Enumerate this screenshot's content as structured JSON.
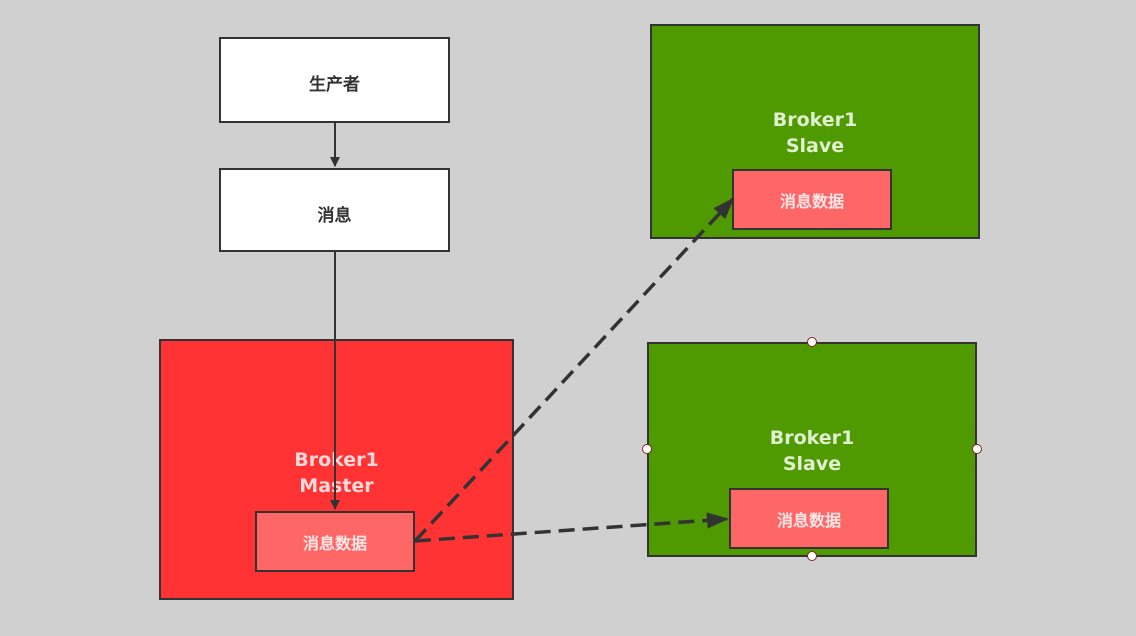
{
  "colors": {
    "background": "#d0d0d0",
    "master_fill": "#ff3333",
    "master_text": "#ffd9d9",
    "slave_fill": "#4e9a00",
    "slave_text": "#e0f0d0",
    "data_fill": "#ff6666",
    "data_text": "#ffe6e6",
    "node_fill": "#ffffff",
    "stroke": "#333333"
  },
  "producer": {
    "label": "生产者"
  },
  "message": {
    "label": "消息"
  },
  "master": {
    "title_line1": "Broker1",
    "title_line2": "Master",
    "data_label": "消息数据"
  },
  "slave_top": {
    "title_line1": "Broker1",
    "title_line2": "Slave",
    "data_label": "消息数据"
  },
  "slave_bottom": {
    "title_line1": "Broker1",
    "title_line2": "Slave",
    "data_label": "消息数据",
    "selected": true
  },
  "connectors": [
    {
      "from": "producer",
      "to": "message",
      "style": "solid"
    },
    {
      "from": "message",
      "to": "master-data",
      "style": "solid"
    },
    {
      "from": "master-data",
      "to": "slave-top-data",
      "style": "dashed"
    },
    {
      "from": "master-data",
      "to": "slave-bottom-data",
      "style": "dashed"
    }
  ]
}
